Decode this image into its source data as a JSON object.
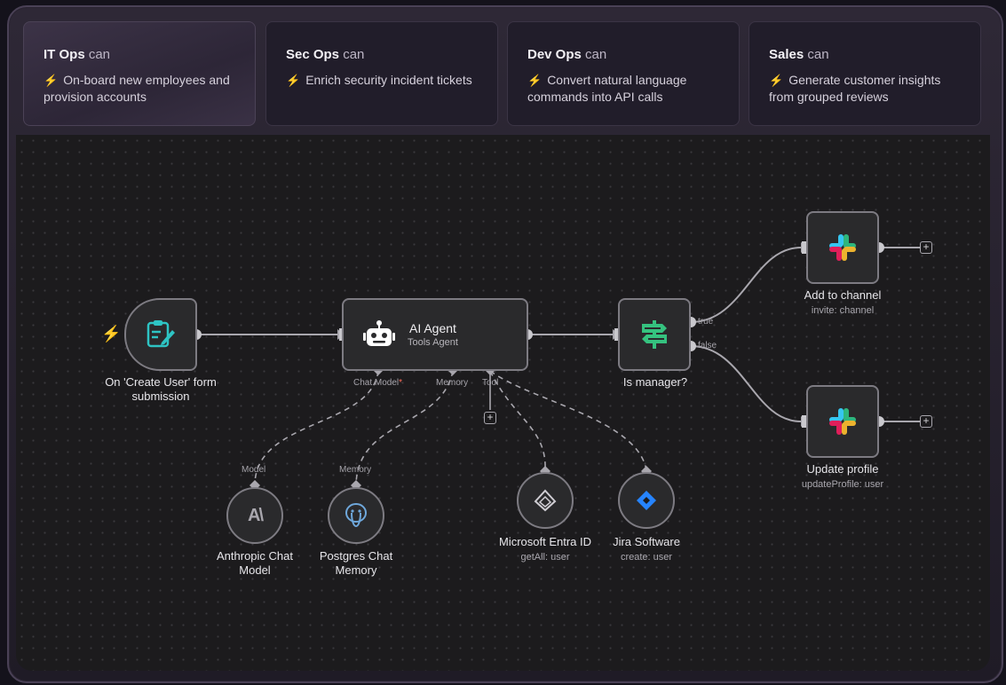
{
  "tabs": [
    {
      "team": "IT Ops",
      "can": "can",
      "desc": "On-board new employees and provision accounts",
      "active": true
    },
    {
      "team": "Sec Ops",
      "can": "can",
      "desc": "Enrich security incident tickets",
      "active": false
    },
    {
      "team": "Dev Ops",
      "can": "can",
      "desc": "Convert natural language commands into API calls",
      "active": false
    },
    {
      "team": "Sales",
      "can": "can",
      "desc": "Generate customer insights from grouped reviews",
      "active": false
    }
  ],
  "workflow": {
    "trigger": {
      "label": "On 'Create User' form submission"
    },
    "agent": {
      "title": "AI Agent",
      "subtitle": "Tools Agent",
      "ports": {
        "chat_model": "Chat Model",
        "required_mark": "*",
        "memory": "Memory",
        "tool": "Tool"
      }
    },
    "condition": {
      "label": "Is manager?",
      "true_label": "true",
      "false_label": "false"
    },
    "slack_add": {
      "label": "Add to channel",
      "sublabel": "invite: channel"
    },
    "slack_update": {
      "label": "Update profile",
      "sublabel": "updateProfile: user"
    },
    "anthropic": {
      "port": "Model",
      "label": "Anthropic Chat Model"
    },
    "postgres": {
      "port": "Memory",
      "label": "Postgres Chat Memory"
    },
    "entra": {
      "label": "Microsoft Entra ID",
      "sublabel": "getAll: user"
    },
    "jira": {
      "label": "Jira Software",
      "sublabel": "create: user"
    }
  },
  "colors": {
    "accent": "#ff7a45",
    "form_icon": "#2ec4c4",
    "jira": "#2684ff",
    "condition": "#35c27f"
  }
}
